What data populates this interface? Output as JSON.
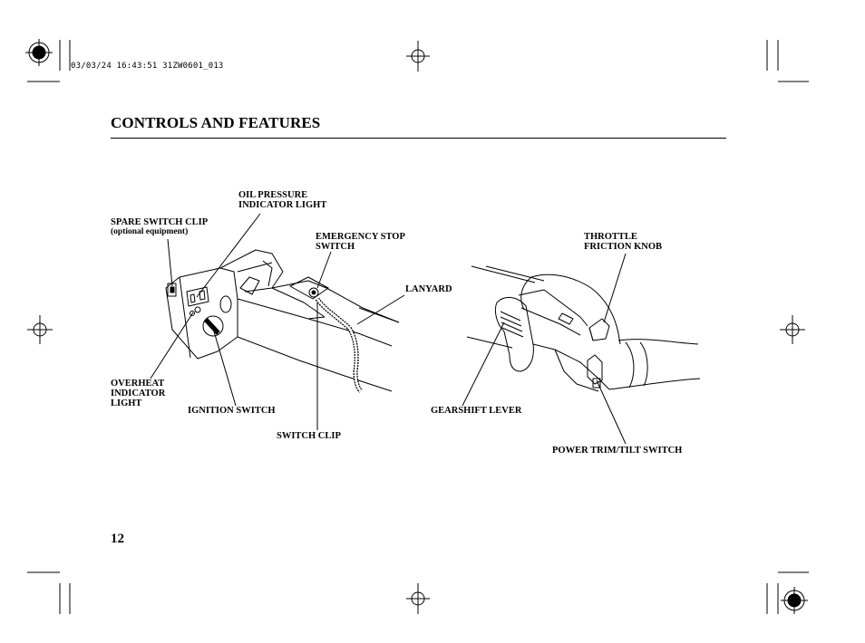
{
  "header": {
    "print_stamp": "03/03/24 16:43:51 31ZW0601_013",
    "section_title": "CONTROLS AND FEATURES"
  },
  "callouts": {
    "oil_pressure": [
      "OIL PRESSURE",
      "INDICATOR LIGHT"
    ],
    "spare_switch_clip": "SPARE SWITCH CLIP",
    "spare_switch_clip_note": "(optional equipment)",
    "emergency_stop": [
      "EMERGENCY STOP",
      "SWITCH"
    ],
    "lanyard": "LANYARD",
    "overheat": [
      "OVERHEAT",
      "INDICATOR",
      "LIGHT"
    ],
    "ignition_switch": "IGNITION SWITCH",
    "switch_clip": "SWITCH CLIP",
    "throttle_friction": [
      "THROTTLE",
      "FRICTION KNOB"
    ],
    "gearshift_lever": "GEARSHIFT LEVER",
    "power_trim": "POWER TRIM/TILT SWITCH"
  },
  "footer": {
    "page_number": "12"
  }
}
